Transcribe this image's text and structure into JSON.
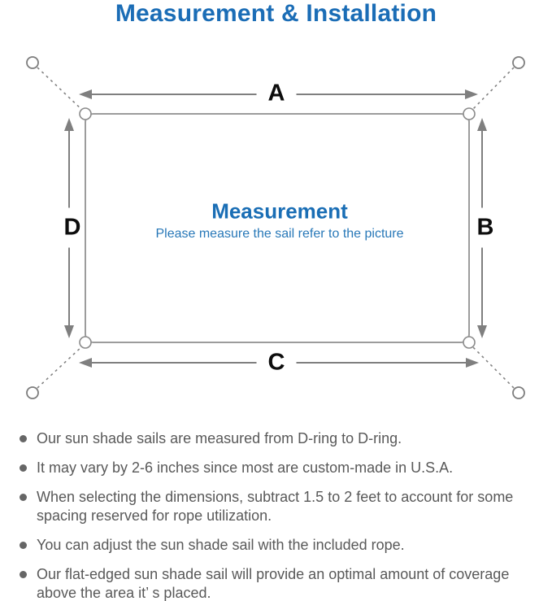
{
  "title": "Measurement & Installation",
  "diagram": {
    "labels": {
      "top": "A",
      "right": "B",
      "bottom": "C",
      "left": "D"
    },
    "center_heading": "Measurement",
    "center_subtitle": "Please measure the sail refer to the picture"
  },
  "notes": [
    "Our sun shade sails are measured from D-ring to D-ring.",
    "It may vary by 2-6 inches since most are custom-made in U.S.A.",
    "When selecting the dimensions, subtract 1.5 to 2 feet to account for some spacing reserved for rope utilization.",
    "You can adjust the sun shade sail with the included rope.",
    "Our flat-edged sun shade sail will provide an optimal amount of coverage above the area it’ s placed."
  ],
  "colors": {
    "title_blue": "#1b6db6",
    "heading_blue": "#1a6eb5",
    "subtitle_blue": "#2878b8",
    "body_text": "#595959",
    "line_gray": "#7f7f7f"
  }
}
